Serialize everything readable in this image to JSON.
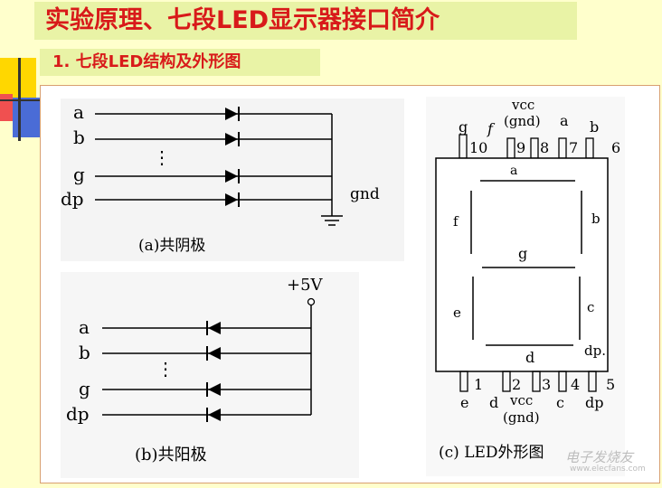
{
  "slide": {
    "title": "实验原理、七段LED显示器接口简介",
    "subtitle": "1.   七段LED结构及外形图"
  },
  "cathode": {
    "pins": [
      "a",
      "b",
      "⋮",
      "g",
      "dp"
    ],
    "gnd": "gnd",
    "caption": "(a)共阴极"
  },
  "anode": {
    "supply": "+5V",
    "pins": [
      "a",
      "b",
      "⋮",
      "g",
      "dp"
    ],
    "caption": "(b)共阳极"
  },
  "package": {
    "top_pins": {
      "g": "g",
      "f": "f",
      "vcc_top": "vcc",
      "gnd_top": "(gnd)",
      "a": "a",
      "b": "b"
    },
    "top_nums": [
      "10",
      "9",
      "8",
      "7",
      "6"
    ],
    "segments": {
      "a": "a",
      "b": "b",
      "c": "c",
      "d": "d",
      "e": "e",
      "f": "f",
      "g": "g",
      "dp": "dp."
    },
    "bottom_nums": [
      "1",
      "2",
      "3",
      "4",
      "5"
    ],
    "bottom_pins": {
      "e": "e",
      "d": "d",
      "vcc_bot": "vcc",
      "c": "c",
      "dp": "dp",
      "gnd_bot": "(gnd)"
    },
    "caption": "(c) LED外形图"
  },
  "watermark": {
    "text": "电子发烧友",
    "url": "www.elecfans.com"
  }
}
